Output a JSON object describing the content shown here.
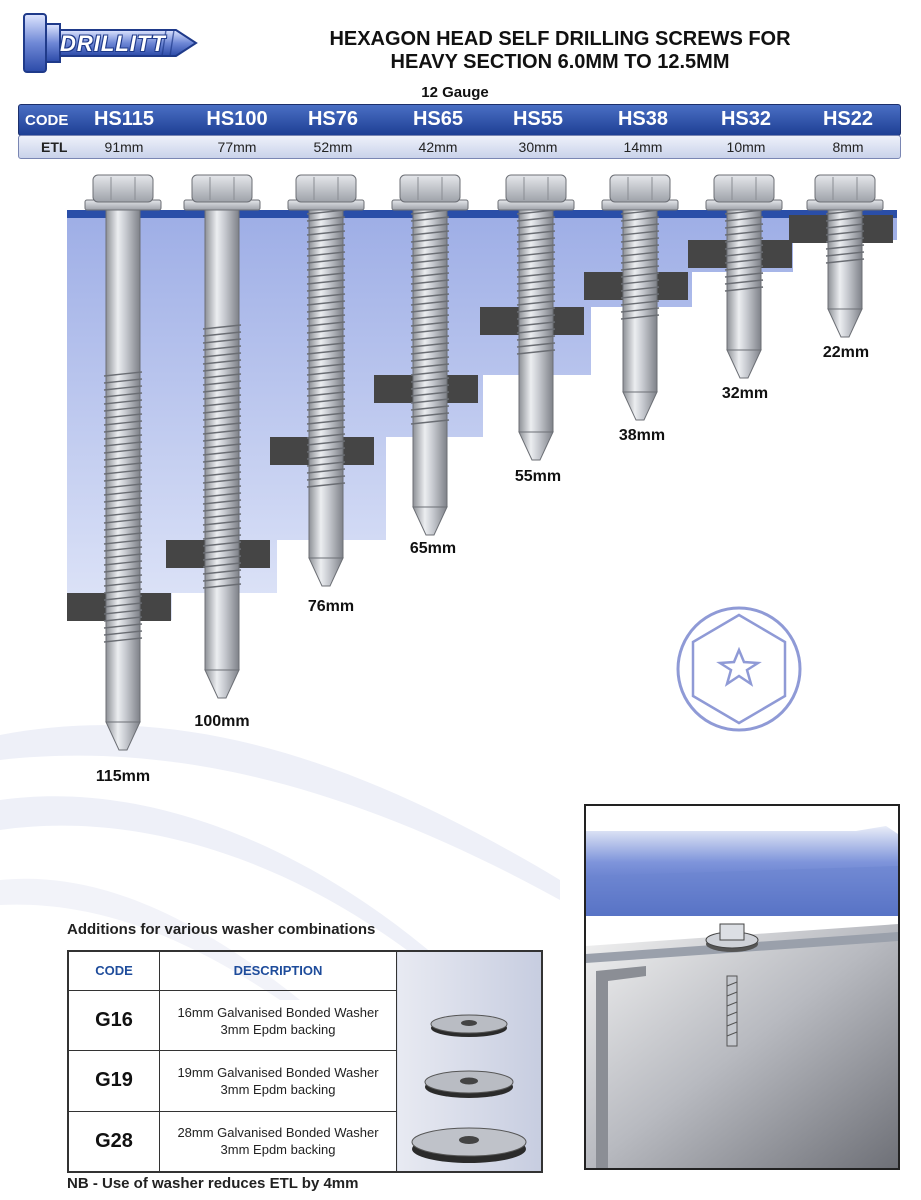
{
  "header": {
    "logo_text": "DRILLITT",
    "title_line1": "HEXAGON HEAD SELF DRILLING SCREWS FOR",
    "title_line2": "HEAVY SECTION 6.0MM TO 12.5MM",
    "gauge": "12 Gauge"
  },
  "spec_table": {
    "code_label": "CODE",
    "etl_label": "ETL",
    "columns": [
      {
        "code": "HS115",
        "etl": "91mm",
        "length": "115mm"
      },
      {
        "code": "HS100",
        "etl": "77mm",
        "length": "100mm"
      },
      {
        "code": "HS76",
        "etl": "52mm",
        "length": "76mm"
      },
      {
        "code": "HS65",
        "etl": "42mm",
        "length": "65mm"
      },
      {
        "code": "HS55",
        "etl": "30mm",
        "length": "55mm"
      },
      {
        "code": "HS38",
        "etl": "14mm",
        "length": "38mm"
      },
      {
        "code": "HS32",
        "etl": "10mm",
        "length": "32mm"
      },
      {
        "code": "HS22",
        "etl": "8mm",
        "length": "22mm"
      }
    ]
  },
  "icons": {
    "drive_type": "hex-head-star-icon",
    "installation": "installation-illustration"
  },
  "colors": {
    "accent_blue": "#2a4ea8",
    "light_blue": "#b9c4ec",
    "steel": "#c9ccd2",
    "bar_dark": "#444444"
  },
  "washers": {
    "title": "Additions for various washer combinations",
    "header_code": "CODE",
    "header_description": "DESCRIPTION",
    "rows": [
      {
        "code": "G16",
        "line1": "16mm Galvanised Bonded Washer",
        "line2": "3mm Epdm backing"
      },
      {
        "code": "G19",
        "line1": "19mm Galvanised Bonded Washer",
        "line2": "3mm Epdm backing"
      },
      {
        "code": "G28",
        "line1": "28mm Galvanised Bonded Washer",
        "line2": "3mm Epdm backing"
      }
    ],
    "note": "NB - Use of washer reduces ETL by 4mm"
  }
}
